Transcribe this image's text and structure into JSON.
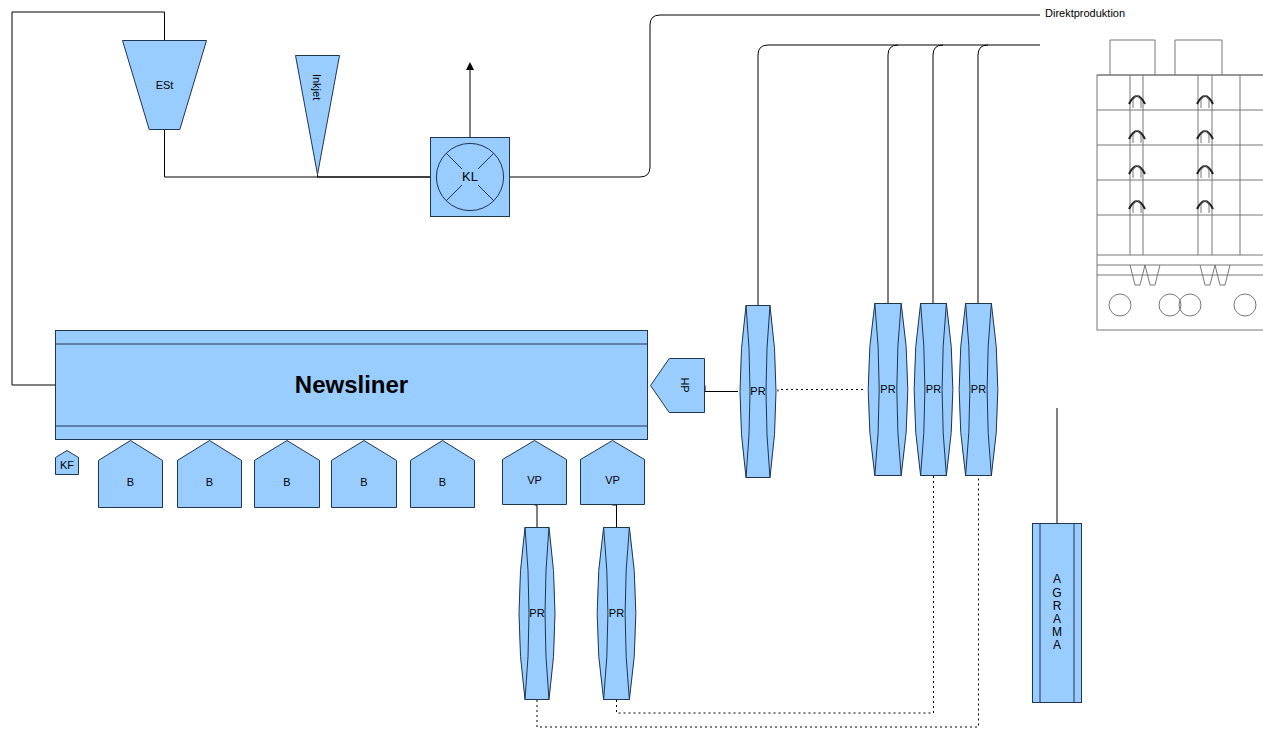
{
  "diagram": {
    "nodes": [
      {
        "text": [
          "ESt"
        ]
      },
      {
        "text": [
          "Inkjet"
        ]
      },
      {
        "text": [
          "KL"
        ]
      },
      {
        "text": [
          "Newsliner"
        ]
      },
      {
        "text": [
          "HP"
        ]
      },
      {
        "text": [
          "PR"
        ]
      },
      {
        "text": [
          "PR"
        ]
      },
      {
        "text": [
          "PR"
        ]
      },
      {
        "text": [
          "PR"
        ]
      },
      {
        "text": [
          "KF"
        ]
      },
      {
        "text": [
          "B"
        ]
      },
      {
        "text": [
          "B"
        ]
      },
      {
        "text": [
          "B"
        ]
      },
      {
        "text": [
          "B"
        ]
      },
      {
        "text": [
          "B"
        ]
      },
      {
        "text": [
          "VP"
        ]
      },
      {
        "text": [
          "VP"
        ]
      },
      {
        "text": [
          "PR"
        ]
      },
      {
        "text": [
          "PR"
        ]
      },
      {
        "text": [
          "AGRAMA"
        ]
      }
    ],
    "edges": [
      {
        "from": 3,
        "to": 0,
        "arrow": "none"
      },
      {
        "from": 0,
        "to": 2,
        "arrow": "none"
      },
      {
        "from": 1,
        "to": 2,
        "arrow": "none"
      },
      {
        "from": 4,
        "to": 5,
        "arrow": "none"
      },
      {
        "from": 5,
        "to": 6,
        "arrow": "none"
      },
      {
        "from": 15,
        "to": 17,
        "arrow": "none"
      },
      {
        "from": 16,
        "to": 18,
        "arrow": "none"
      },
      {
        "from": 17,
        "to": 8,
        "arrow": "none"
      },
      {
        "from": 18,
        "to": 7,
        "arrow": "none"
      }
    ],
    "labels": [
      "Direktproduktion"
    ]
  }
}
